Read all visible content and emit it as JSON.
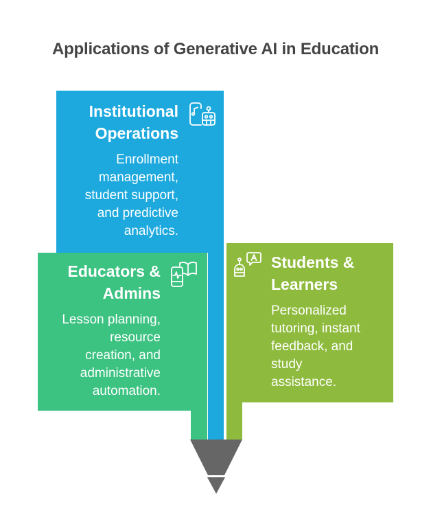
{
  "title": "Applications of Generative AI in Education",
  "colors": {
    "institutional": "#1DA9DE",
    "educators": "#3CC281",
    "students": "#8EBB3D",
    "pencil_tip": "#666666",
    "title_text": "#444444"
  },
  "sections": [
    {
      "id": "institutional",
      "heading_line1": "Institutional",
      "heading_line2": "Operations",
      "description_lines": [
        "Enrollment",
        "management,",
        "student support,",
        "and predictive",
        "analytics."
      ],
      "icon": "phone-music-robot-icon"
    },
    {
      "id": "educators",
      "heading_line1": "Educators &",
      "heading_line2": "Admins",
      "description_lines": [
        "Lesson planning,",
        "resource",
        "creation, and",
        "administrative",
        "automation."
      ],
      "icon": "phone-health-book-icon"
    },
    {
      "id": "students",
      "heading_line1": "Students &",
      "heading_line2": "Learners",
      "description_lines": [
        "Personalized",
        "tutoring, instant",
        "feedback, and",
        "study",
        "assistance."
      ],
      "icon": "robot-chat-icon"
    }
  ]
}
